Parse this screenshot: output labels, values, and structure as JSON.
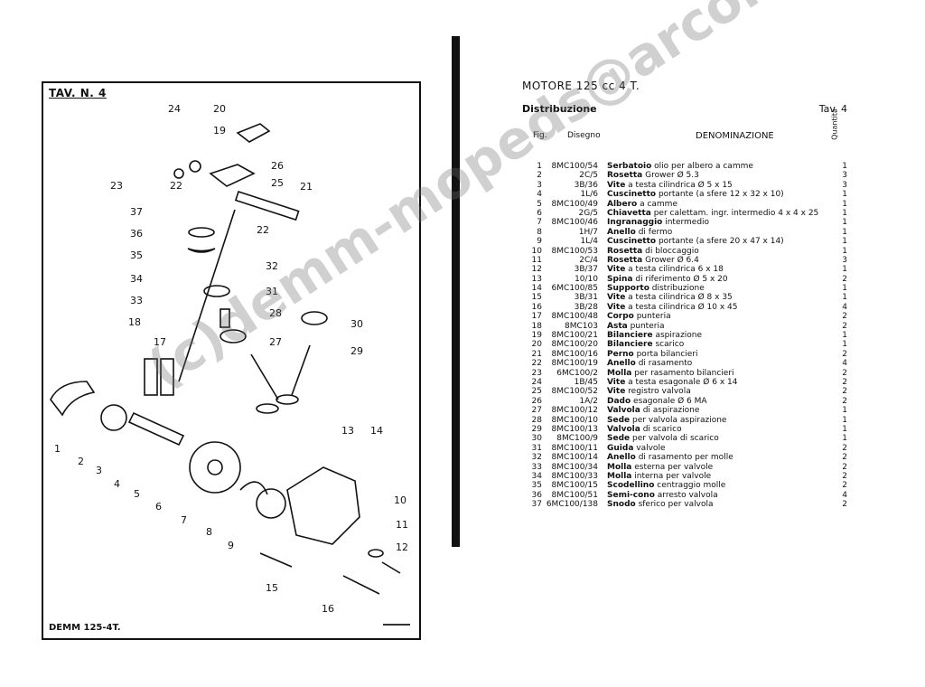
{
  "diagram": {
    "tav_label": "TAV. N. 4",
    "bottom_label": "DEMM 125-4T.",
    "callouts": [
      "1",
      "2",
      "3",
      "4",
      "5",
      "6",
      "7",
      "8",
      "9",
      "10",
      "11",
      "12",
      "13",
      "14",
      "15",
      "16",
      "17",
      "18",
      "19",
      "20",
      "21",
      "22",
      "22",
      "23",
      "24",
      "25",
      "26",
      "27",
      "28",
      "29",
      "30",
      "31",
      "32",
      "33",
      "34",
      "35",
      "36",
      "37"
    ]
  },
  "sheet": {
    "motore": "MOTORE 125 cc 4 T.",
    "section": "Distribuzione",
    "tav": "Tav. 4",
    "headers": {
      "fig": "Fig.",
      "disegno": "Disegno",
      "denominazione": "DENOMINAZIONE",
      "quantita": "Quantità"
    },
    "rows": [
      {
        "fig": "1",
        "disegno": "8MC100/54",
        "bold": "Serbatoio",
        "rest": " olio per albero a camme",
        "qty": "1"
      },
      {
        "fig": "2",
        "disegno": "2C/5",
        "bold": "Rosetta",
        "rest": " Grower Ø 5.3",
        "qty": "3"
      },
      {
        "fig": "3",
        "disegno": "3B/36",
        "bold": "Vite",
        "rest": " a testa cilindrica Ø 5 x 15",
        "qty": "3"
      },
      {
        "fig": "4",
        "disegno": "1L/6",
        "bold": "Cuscinetto",
        "rest": " portante (a sfere 12 x 32 x 10)",
        "qty": "1"
      },
      {
        "fig": "5",
        "disegno": "8MC100/49",
        "bold": "Albero",
        "rest": " a camme",
        "qty": "1"
      },
      {
        "fig": "6",
        "disegno": "2G/5",
        "bold": "Chiavetta",
        "rest": " per calettam. ingr. intermedio 4 x 4 x 25",
        "qty": "1"
      },
      {
        "fig": "7",
        "disegno": "8MC100/46",
        "bold": "Ingranaggio",
        "rest": " intermedio",
        "qty": "1"
      },
      {
        "fig": "8",
        "disegno": "1H/7",
        "bold": "Anello",
        "rest": " di fermo",
        "qty": "1"
      },
      {
        "fig": "9",
        "disegno": "1L/4",
        "bold": "Cuscinetto",
        "rest": " portante (a sfere 20 x 47 x 14)",
        "qty": "1"
      },
      {
        "fig": "10",
        "disegno": "8MC100/53",
        "bold": "Rosetta",
        "rest": " di bloccaggio",
        "qty": "1"
      },
      {
        "fig": "11",
        "disegno": "2C/4",
        "bold": "Rosetta",
        "rest": " Grower Ø 6.4",
        "qty": "3"
      },
      {
        "fig": "12",
        "disegno": "3B/37",
        "bold": "Vite",
        "rest": " a testa cilindrica 6 x 18",
        "qty": "1"
      },
      {
        "fig": "13",
        "disegno": "10/10",
        "bold": "Spina",
        "rest": " di riferimento Ø 5 x 20",
        "qty": "2"
      },
      {
        "fig": "14",
        "disegno": "6MC100/85",
        "bold": "Supporto",
        "rest": " distribuzione",
        "qty": "1"
      },
      {
        "fig": "15",
        "disegno": "3B/31",
        "bold": "Vite",
        "rest": " a testa cilindrica Ø 8 x 35",
        "qty": "1"
      },
      {
        "fig": "16",
        "disegno": "3B/28",
        "bold": "Vite",
        "rest": " a testa cilindrica Ø 10 x 45",
        "qty": "4"
      },
      {
        "fig": "17",
        "disegno": "8MC100/48",
        "bold": "Corpo",
        "rest": " punteria",
        "qty": "2"
      },
      {
        "fig": "18",
        "disegno": "8MC103",
        "bold": "Asta",
        "rest": " punteria",
        "qty": "2"
      },
      {
        "fig": "19",
        "disegno": "8MC100/21",
        "bold": "Bilanciere",
        "rest": " aspirazione",
        "qty": "1"
      },
      {
        "fig": "20",
        "disegno": "8MC100/20",
        "bold": "Bilanciere",
        "rest": " scarico",
        "qty": "1"
      },
      {
        "fig": "21",
        "disegno": "8MC100/16",
        "bold": "Perno",
        "rest": " porta bilancieri",
        "qty": "2"
      },
      {
        "fig": "22",
        "disegno": "8MC100/19",
        "bold": "Anello",
        "rest": " di rasamento",
        "qty": "4"
      },
      {
        "fig": "23",
        "disegno": "6MC100/2",
        "bold": "Molla",
        "rest": " per rasamento bilancieri",
        "qty": "2"
      },
      {
        "fig": "24",
        "disegno": "1B/45",
        "bold": "Vite",
        "rest": " a testa esagonale Ø 6 x 14",
        "qty": "2"
      },
      {
        "fig": "25",
        "disegno": "8MC100/52",
        "bold": "Vite",
        "rest": " registro valvola",
        "qty": "2"
      },
      {
        "fig": "26",
        "disegno": "1A/2",
        "bold": "Dado",
        "rest": " esagonale Ø 6 MA",
        "qty": "2"
      },
      {
        "fig": "27",
        "disegno": "8MC100/12",
        "bold": "Valvola",
        "rest": " di aspirazione",
        "qty": "1"
      },
      {
        "fig": "28",
        "disegno": "8MC100/10",
        "bold": "Sede",
        "rest": " per valvola aspirazione",
        "qty": "1"
      },
      {
        "fig": "29",
        "disegno": "8MC100/13",
        "bold": "Valvola",
        "rest": " di scarico",
        "qty": "1"
      },
      {
        "fig": "30",
        "disegno": "8MC100/9",
        "bold": "Sede",
        "rest": " per valvola di scarico",
        "qty": "1"
      },
      {
        "fig": "31",
        "disegno": "8MC100/11",
        "bold": "Guida",
        "rest": " valvole",
        "qty": "2"
      },
      {
        "fig": "32",
        "disegno": "8MC100/14",
        "bold": "Anello",
        "rest": " di rasamento per molle",
        "qty": "2"
      },
      {
        "fig": "33",
        "disegno": "8MC100/34",
        "bold": "Molla",
        "rest": " esterna per valvole",
        "qty": "2"
      },
      {
        "fig": "34",
        "disegno": "8MC100/33",
        "bold": "Molla",
        "rest": " interna per valvole",
        "qty": "2"
      },
      {
        "fig": "35",
        "disegno": "8MC100/15",
        "bold": "Scodellino",
        "rest": " centraggio molle",
        "qty": "2"
      },
      {
        "fig": "36",
        "disegno": "8MC100/51",
        "bold": "Semi-cono",
        "rest": " arresto valvola",
        "qty": "4"
      },
      {
        "fig": "37",
        "disegno": "6MC100/138",
        "bold": "Snodo",
        "rest": " sferico per valvola",
        "qty": "2"
      }
    ]
  },
  "watermark": "(c)demm-mopeds@arcor.de"
}
